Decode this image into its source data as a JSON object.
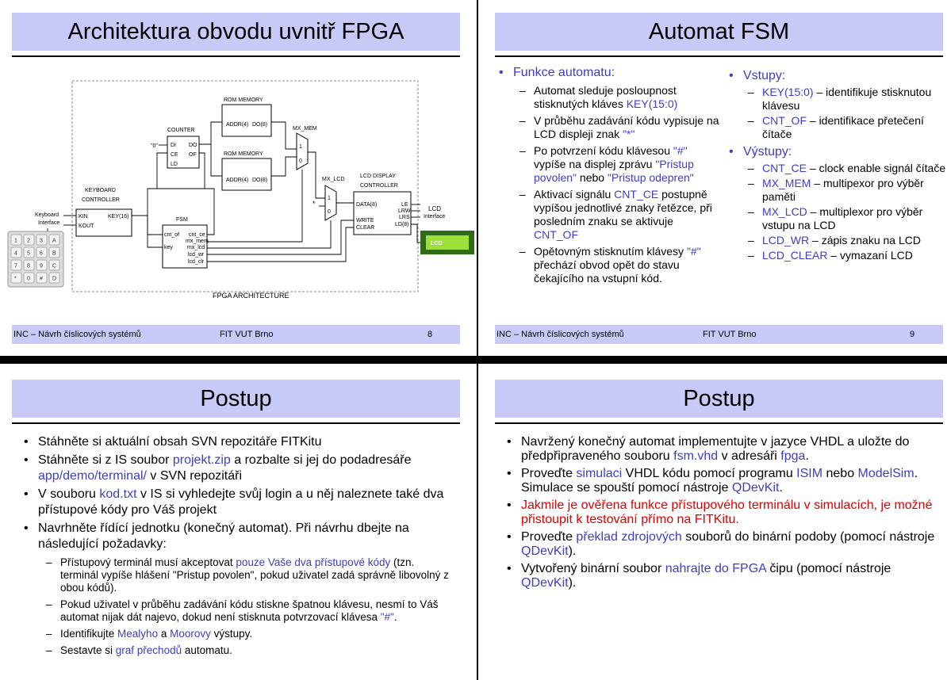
{
  "slides": [
    {
      "title": "Architektura obvodu uvnitř FPGA",
      "footer": {
        "left": "INC – Návrh číslicových systémů",
        "center": "FIT VUT Brno",
        "page": "8"
      },
      "diagram": {
        "rom1": "ROM MEMORY",
        "rom2": "ROM MEMORY",
        "rom_ports": [
          "ADDR(4)",
          "DO(8)"
        ],
        "counter": "COUNTER",
        "counter_in": "\"0\"",
        "counter_ports_left": [
          "DI",
          "CE",
          "LD"
        ],
        "counter_ports_right": [
          "DO",
          "OF"
        ],
        "mx_mem": "MX_MEM",
        "mx_lcd": "MX_LCD",
        "mux_1": "1",
        "mux_0": "0",
        "star": "*",
        "kb_title1": "KEYBOARD",
        "kb_title2": "CONTROLLER",
        "kb_ports_left": [
          "KIN",
          "KOUT"
        ],
        "kb_port_right": "KEY(16)",
        "kb_ext1": "Keyboard",
        "kb_ext2": "Interface",
        "fsm": "FSM",
        "fsm_left": [
          "cnt_of",
          "key"
        ],
        "fsm_right": [
          "cnt_ce",
          "mx_mem",
          "mx_lcd",
          "lcd_wr",
          "lcd_clr"
        ],
        "lcd_title1": "LCD DISPLAY",
        "lcd_title2": "CONTROLLER",
        "lcd_left": [
          "DATA(8)",
          "WRITE",
          "CLEAR"
        ],
        "lcd_right": [
          "LE",
          "LRW",
          "LRS",
          "LD(8)"
        ],
        "lcd_ext1": "LCD",
        "lcd_ext2": "Interface",
        "lcd_screen": "LCD",
        "caption": "FPGA ARCHITECTURE",
        "keypad": [
          "1",
          "2",
          "3",
          "A",
          "4",
          "5",
          "6",
          "B",
          "7",
          "8",
          "9",
          "C",
          "*",
          "0",
          "#",
          "D"
        ]
      }
    },
    {
      "title": "Automat FSM",
      "footer": {
        "left": "INC – Návrh číslicových systémů",
        "center": "FIT VUT Brno",
        "page": "9"
      },
      "left_head": "Funkce automatu:",
      "left_items": [
        [
          {
            "t": "Automat sleduje posloupnost stisknutých kláves "
          },
          {
            "t": "KEY(15:0)",
            "c": "blue"
          }
        ],
        [
          {
            "t": "V průběhu zadávání kódu vypisuje na LCD displeji znak "
          },
          {
            "t": "\"*\"",
            "c": "blue"
          }
        ],
        [
          {
            "t": "Po potvrzení kódu klávesou "
          },
          {
            "t": "\"#\"",
            "c": "blue"
          },
          {
            "t": " vypíše na displej zprávu "
          },
          {
            "t": "\"Pristup povolen\"",
            "c": "blue"
          },
          {
            "t": " nebo "
          },
          {
            "t": "\"Pristup odepren\"",
            "c": "blue"
          }
        ],
        [
          {
            "t": "Aktivací signálu "
          },
          {
            "t": "CNT_CE",
            "c": "blue"
          },
          {
            "t": " postupně vypíšou jednotlivé znaky řetězce, při posledním znaku se aktivuje "
          },
          {
            "t": "CNT_OF",
            "c": "blue"
          }
        ],
        [
          {
            "t": "Opětovným stisknutím klávesy "
          },
          {
            "t": "\"#\"",
            "c": "blue"
          },
          {
            "t": " přechází obvod opět do stavu čekajícího na vstupní kód."
          }
        ]
      ],
      "in_head": "Vstupy:",
      "in_items": [
        [
          {
            "t": "KEY(15:0)",
            "c": "blue"
          },
          {
            "t": " – identifikuje stisknutou klávesu"
          }
        ],
        [
          {
            "t": "CNT_OF",
            "c": "blue"
          },
          {
            "t": " – identifikace přetečení čítače"
          }
        ]
      ],
      "out_head": "Výstupy:",
      "out_items": [
        [
          {
            "t": "CNT_CE",
            "c": "blue"
          },
          {
            "t": " – clock enable signál čítače"
          }
        ],
        [
          {
            "t": "MX_MEM",
            "c": "blue"
          },
          {
            "t": " – multipexor pro výběr paměti"
          }
        ],
        [
          {
            "t": "MX_LCD",
            "c": "blue"
          },
          {
            "t": " – multiplexor pro výběr vstupu na LCD"
          }
        ],
        [
          {
            "t": "LCD_WR",
            "c": "blue"
          },
          {
            "t": " – zápis znaku na LCD"
          }
        ],
        [
          {
            "t": "LCD_CLEAR",
            "c": "blue"
          },
          {
            "t": " – vymazaní LCD"
          }
        ]
      ]
    },
    {
      "title": "Postup",
      "items": [
        [
          {
            "t": "Stáhněte si aktuální obsah SVN repozitáře FITKitu"
          }
        ],
        [
          {
            "t": "Stáhněte si z IS soubor "
          },
          {
            "t": "projekt.zip",
            "c": "blue"
          },
          {
            "t": " a rozbalte si jej do podadresáře "
          },
          {
            "t": "app/demo/terminal/",
            "c": "blue"
          },
          {
            "t": " v SVN repozitáři"
          }
        ],
        [
          {
            "t": "V souboru "
          },
          {
            "t": "kod.txt",
            "c": "blue"
          },
          {
            "t": " v IS si vyhledejte svůj login a u něj naleznete také dva přístupové kódy pro Váš projekt"
          }
        ],
        [
          {
            "t": "Navrhněte řídící jednotku (konečný automat). Při návrhu dbejte na následující požadavky:"
          }
        ]
      ],
      "subitems": [
        [
          {
            "t": "Přístupový terminál musí akceptovat "
          },
          {
            "t": "pouze Vaše dva přístupové kódy",
            "c": "blue"
          },
          {
            "t": " (tzn. terminál vypíše hlášení \"Pristup povolen\", pokud uživatel zadá správně libovolný z obou kódů)."
          }
        ],
        [
          {
            "t": "Pokud uživatel v průběhu zadávání kódu stiskne špatnou klávesu, nesmí to Váš automat nijak dát najevo, dokud není stisknuta potvrzovací klávesa "
          },
          {
            "t": "\"#\"",
            "c": "blue"
          },
          {
            "t": "."
          }
        ],
        [
          {
            "t": "Identifikujte "
          },
          {
            "t": "Mealyho",
            "c": "blue"
          },
          {
            "t": " a "
          },
          {
            "t": "Moorovy",
            "c": "blue"
          },
          {
            "t": " výstupy."
          }
        ],
        [
          {
            "t": "Sestavte si "
          },
          {
            "t": "graf přechodů",
            "c": "blue"
          },
          {
            "t": " automatu."
          }
        ]
      ]
    },
    {
      "title": "Postup",
      "items": [
        [
          {
            "t": "Navržený konečný automat implementujte v jazyce VHDL a uložte do předpřipraveného souboru "
          },
          {
            "t": "fsm.vhd",
            "c": "blue"
          },
          {
            "t": " v adresáři "
          },
          {
            "t": "fpga",
            "c": "blue"
          },
          {
            "t": "."
          }
        ],
        [
          {
            "t": "Proveďte "
          },
          {
            "t": "simulaci",
            "c": "blue"
          },
          {
            "t": " VHDL kódu pomocí programu "
          },
          {
            "t": "ISIM",
            "c": "blue"
          },
          {
            "t": " nebo "
          },
          {
            "t": "ModelSim",
            "c": "blue"
          },
          {
            "t": ". Simulace se spouští pomocí nástroje "
          },
          {
            "t": "QDevKit",
            "c": "blue"
          },
          {
            "t": "."
          }
        ],
        [
          {
            "t": "Jakmile je ověřena funkce přístupového terminálu v simulacích, je možné přistoupit k testování přímo na FITKitu.",
            "c": "red"
          }
        ],
        [
          {
            "t": "Proveďte "
          },
          {
            "t": "překlad zdrojových",
            "c": "blue"
          },
          {
            "t": " souborů do binární podoby (pomocí nástroje "
          },
          {
            "t": "QDevKit",
            "c": "blue"
          },
          {
            "t": ")."
          }
        ],
        [
          {
            "t": "Vytvořený binární soubor "
          },
          {
            "t": "nahrajte do FPGA",
            "c": "blue"
          },
          {
            "t": " čipu (pomocí nástroje "
          },
          {
            "t": "QDevKit",
            "c": "blue"
          },
          {
            "t": ")."
          }
        ]
      ]
    }
  ]
}
